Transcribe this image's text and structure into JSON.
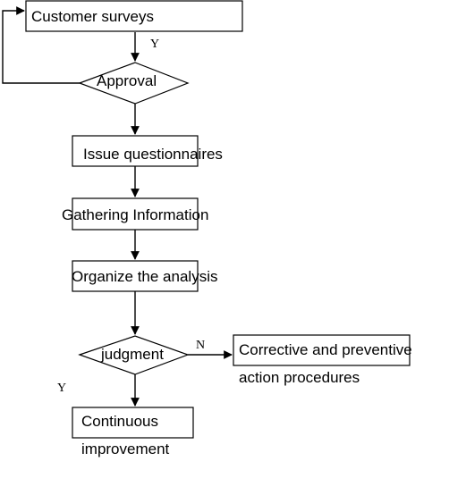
{
  "diagram": {
    "nodes": {
      "customer_surveys": "Customer surveys",
      "approval": "Approval",
      "issue_questionnaires": "Issue questionnaires",
      "gathering_information": "Gathering Information",
      "organize_analysis": "Organize the analysis",
      "judgment": "judgment",
      "corrective_line1": "Corrective and preventive",
      "corrective_line2": "action procedures",
      "continuous_line1": "Continuous",
      "continuous_line2": "improvement"
    },
    "edge_labels": {
      "approval_yes": "Y",
      "judgment_no": "N",
      "judgment_yes": "Y"
    }
  }
}
